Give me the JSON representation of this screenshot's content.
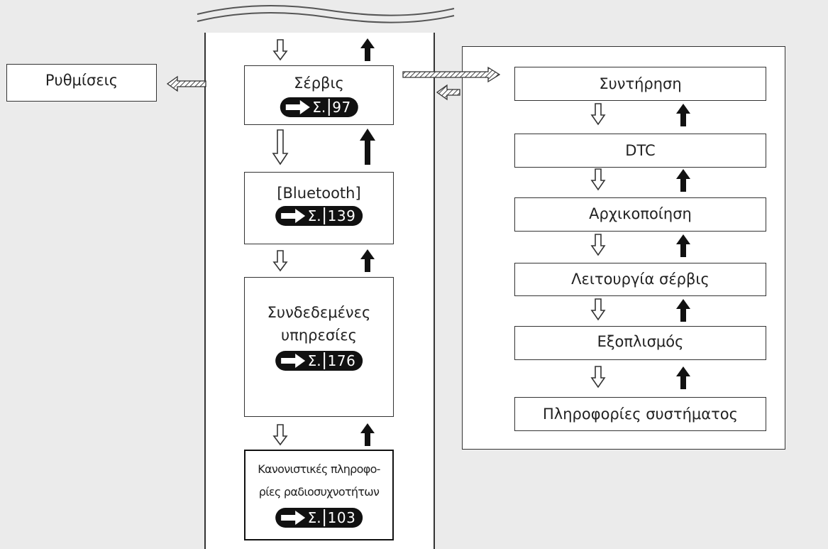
{
  "settings": {
    "label": "Ρυθμίσεις"
  },
  "menu": {
    "service": {
      "label": "Σέρβις",
      "ref_prefix": "Σ.",
      "ref_page": "97"
    },
    "bluetooth": {
      "label": "[Bluetooth]",
      "ref_prefix": "Σ.",
      "ref_page": "139"
    },
    "connected": {
      "label_line1": "Συνδεδεμένες",
      "label_line2": "υπηρεσίες",
      "ref_prefix": "Σ.",
      "ref_page": "176"
    },
    "regulatory": {
      "label_line1": "Κανονιστικές πληροφο-",
      "label_line2": "ρίες ραδιοσυχνοτήτων",
      "ref_prefix": "Σ.",
      "ref_page": "103"
    }
  },
  "service_submenu": [
    {
      "label": "Συντήρηση"
    },
    {
      "label": "DTC"
    },
    {
      "label": "Αρχικοποίηση"
    },
    {
      "label": "Λειτουργία σέρβις"
    },
    {
      "label": "Εξοπλισμός"
    },
    {
      "label": "Πληροφορίες συστήματος"
    }
  ],
  "icons": {
    "down": "hollow-down-arrow-icon",
    "up": "solid-up-arrow-icon",
    "hatched": "hatched-arrow-icon",
    "page_ref": "page-reference-arrow-icon"
  },
  "colors": {
    "background": "#ebebeb",
    "box": "#ffffff",
    "badge": "#111111",
    "line": "#333333"
  }
}
